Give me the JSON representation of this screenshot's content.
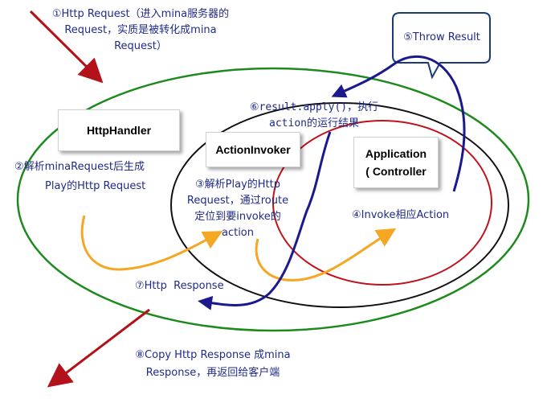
{
  "step1": {
    "lines": [
      "①Http Request（进入mina服务器的",
      "Request，实质是被转化成mina",
      "Request）"
    ]
  },
  "step2": {
    "lines": [
      "②解析minaRequest后生成",
      "Play的Http Request"
    ]
  },
  "step3": {
    "lines": [
      "③解析Play的Http",
      "Request，通过route",
      "定位到要invoke的",
      "action"
    ]
  },
  "step4": {
    "text": "④Invoke相应Action"
  },
  "step5": {
    "text": "⑤Throw Result"
  },
  "step6": {
    "lines": [
      "⑥result.apply()，执行",
      "action的运行结果"
    ]
  },
  "step7": {
    "text": "⑦Http  Response"
  },
  "step8": {
    "lines": [
      "⑧Copy Http Response 成mina",
      "Response，再返回给客户端"
    ]
  },
  "boxes": {
    "http_handler": "HttpHandler",
    "action_invoker": "ActionInvoker",
    "application": [
      "Application",
      "( Controller"
    ]
  },
  "colors": {
    "green_ellipse": "#1e8a1e",
    "black_ellipse": "#111111",
    "red_ellipse": "#c0111b",
    "dark_red_arrow": "#b3121a",
    "orange_arrow": "#f5a623",
    "navy_arrow": "#1a1a8c",
    "text": "#1f2a8a",
    "callout_border": "#1a3a7a"
  }
}
